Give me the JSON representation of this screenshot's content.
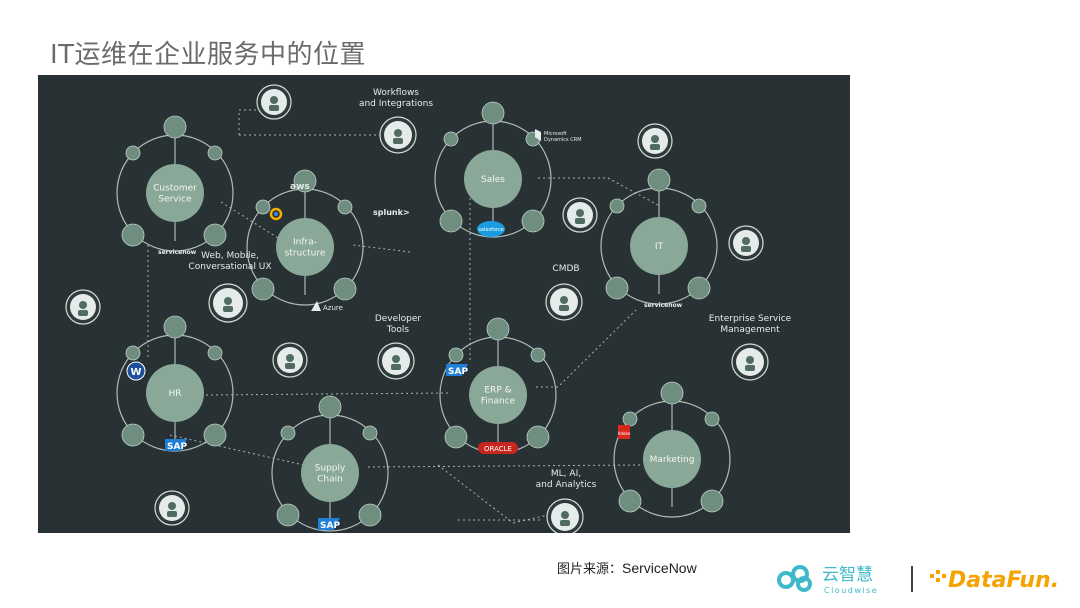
{
  "page": {
    "title": "IT运维在企业服务中的位置",
    "caption_prefix": "图片来源：",
    "caption_source": "ServiceNow"
  },
  "diagram": {
    "hubs": {
      "customer_service": [
        "Customer",
        "Service"
      ],
      "infrastructure": [
        "Infra-",
        "structure"
      ],
      "sales": [
        "Sales"
      ],
      "it": [
        "IT"
      ],
      "hr": [
        "HR"
      ],
      "erp": [
        "ERP &",
        "Finance"
      ],
      "supply_chain": [
        "Supply",
        "Chain"
      ],
      "marketing": [
        "Marketing"
      ]
    },
    "labels": {
      "workflows": [
        "Workflows",
        "and Integrations"
      ],
      "web_mobile": [
        "Web, Mobile,",
        "Conversational UX"
      ],
      "cmdb": [
        "CMDB"
      ],
      "developer_tools": [
        "Developer",
        "Tools"
      ],
      "esm": [
        "Enterprise Service",
        "Management"
      ],
      "ml_ai": [
        "ML, AI,",
        "and Analytics"
      ]
    },
    "brands": {
      "aws": "aws",
      "splunk": "splunk>",
      "azure": "Azure",
      "servicenow": "servicenow",
      "microsoft": [
        "Microsoft",
        "Dynamics CRM"
      ],
      "salesforce": "salesforce",
      "sap": "SAP",
      "oracle": "ORACLE",
      "workday": "W",
      "adobe": "Adobe"
    }
  },
  "logos": {
    "cloudwise_cn": "云智慧",
    "cloudwise_en": "Cloudwise",
    "datafun": "DataFun."
  },
  "colors": {
    "panel_bg": "#283134",
    "hub_fill": "#8aa898",
    "node_fill": "#6f8e80",
    "link": "#c9d3cf",
    "datafun": "#f5a300",
    "cloudwise": "#3fb8c9"
  }
}
